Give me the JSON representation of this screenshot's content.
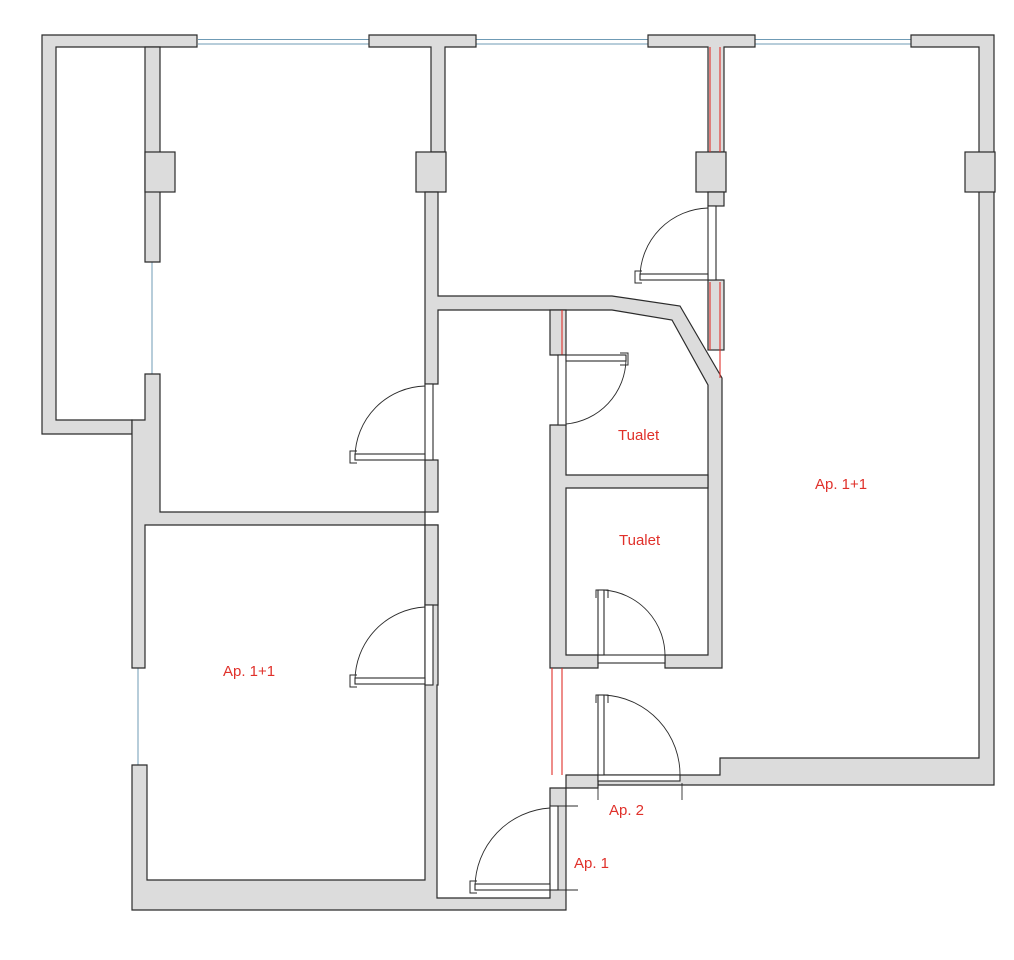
{
  "accent_color": "#e0302a",
  "wall_fill": "#dcdcdc",
  "window_color": "#6f9bb5",
  "labels": {
    "tualet_upper": "Tualet",
    "tualet_lower": "Tualet",
    "ap_right": "Ap. 1+1",
    "ap_left": "Ap. 1+1",
    "ap2": "Ap. 2",
    "ap1": "Ap. 1"
  }
}
